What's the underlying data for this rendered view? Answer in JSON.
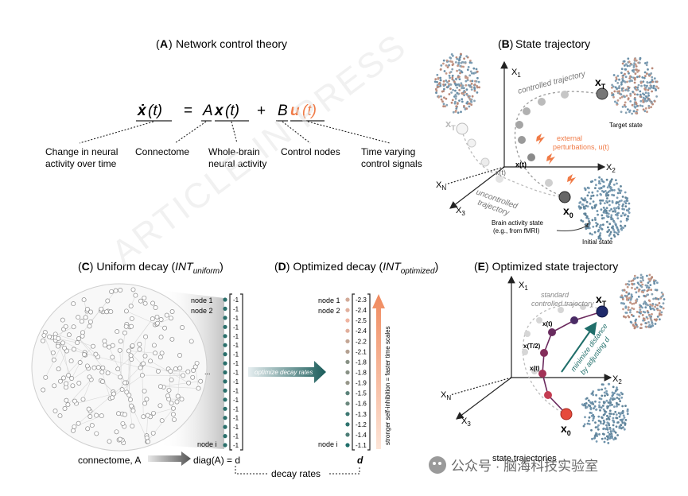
{
  "panelA": {
    "title_letter": "A",
    "title": "Network control theory",
    "equation": {
      "xdot": "ẋ",
      "t1": "(t)",
      "eq": "=",
      "A": "A",
      "x": "x",
      "t2": "(t)",
      "plus": "+",
      "B": "B",
      "u": "u",
      "t3": "(t)"
    },
    "labels": {
      "change1": "Change in neural",
      "change2": "activity over time",
      "connectome": "Connectome",
      "whole1": "Whole-brain",
      "whole2": "neural activity",
      "control": "Control nodes",
      "time1": "Time varying",
      "time2": "control signals"
    }
  },
  "panelB": {
    "title_letter": "B",
    "title": "State trajectory",
    "axis_x1": "X",
    "axis_x1_sub": "1",
    "axis_x2": "X",
    "axis_x2_sub": "2",
    "axis_x3": "X",
    "axis_x3_sub": "3",
    "axis_xn": "X",
    "axis_xn_sub": "N",
    "xT_label": "x",
    "xT_sub": "T",
    "xT_label_gray": "x",
    "xT_sub_gray": "T",
    "x0_label": "x",
    "x0_sub": "0",
    "xt_label": "x(t)",
    "xt_label2": "x(t)",
    "controlled": "controlled trajectory",
    "uncontrolled1": "uncontrolled",
    "uncontrolled2": "trajectory",
    "external1": "external",
    "external2": "perturbations, u(t)",
    "target": "Target state",
    "initial": "Initial state",
    "brain_state1": "Brain activity state",
    "brain_state2": "(e.g., from fMRI)"
  },
  "panelC": {
    "title_letter": "C",
    "title_pre": "Uniform decay (",
    "title_it": "INT",
    "title_sub": "uniform",
    "title_post": ")",
    "node1": "node 1",
    "node2": "node 2",
    "ellipsis": "...",
    "nodei": "node i",
    "values": [
      "-1",
      "-1",
      "-1",
      "-1",
      "-1",
      "-1",
      "-1",
      "-1",
      "-1",
      "-1",
      "-1",
      "-1",
      "-1",
      "-1",
      "-1",
      "-1",
      "-1"
    ],
    "connectome": "connectome, A",
    "diag": "diag(A) = d"
  },
  "arrowLabel": "optimize decay rates",
  "panelD": {
    "title_letter": "D",
    "title_pre": "Optimized decay (",
    "title_it": "INT",
    "title_sub": "optimized",
    "title_post": ")",
    "node1": "node 1",
    "node2": "node 2",
    "nodei": "node i",
    "values": [
      "-2.3",
      "-2.4",
      "-2.5",
      "-2.4",
      "-2.2",
      "-2.1",
      "-1.8",
      "-1.8",
      "-1.9",
      "-1.5",
      "-1.6",
      "-1.3",
      "-1.2",
      "-1.4",
      "-1.1"
    ],
    "d_label": "d",
    "vertical": "stronger self-inhibition = faster time scales",
    "decay_rates": "decay rates"
  },
  "panelE": {
    "title_letter": "E",
    "title": "Optimized state trajectory",
    "axis_x1": "X",
    "axis_x1_sub": "1",
    "axis_x2": "X",
    "axis_x2_sub": "2",
    "axis_x3": "X",
    "axis_x3_sub": "3",
    "axis_xn": "X",
    "axis_xn_sub": "N",
    "standard1": "standard",
    "standard2": "controlled trajectory",
    "xT_label": "x",
    "xT_sub": "T",
    "x0_label": "x",
    "x0_sub": "0",
    "xt1": "x(t)",
    "xT2": "x(T/2)",
    "xt2": "x(t)",
    "minimize1": "minimize distance",
    "minimize2": "by adjusting d",
    "state_traj": "state trajectories"
  },
  "watermark": "ARTICLE IN PRESS",
  "footer": "公众号 · 脑海科技实验室",
  "colors": {
    "orange": "#f07b47",
    "teal": "#1f6e6a",
    "dark_navy": "#1f2a6b",
    "purple": "#6b2a5e",
    "red": "#e64b3c",
    "gray": "#888888"
  }
}
